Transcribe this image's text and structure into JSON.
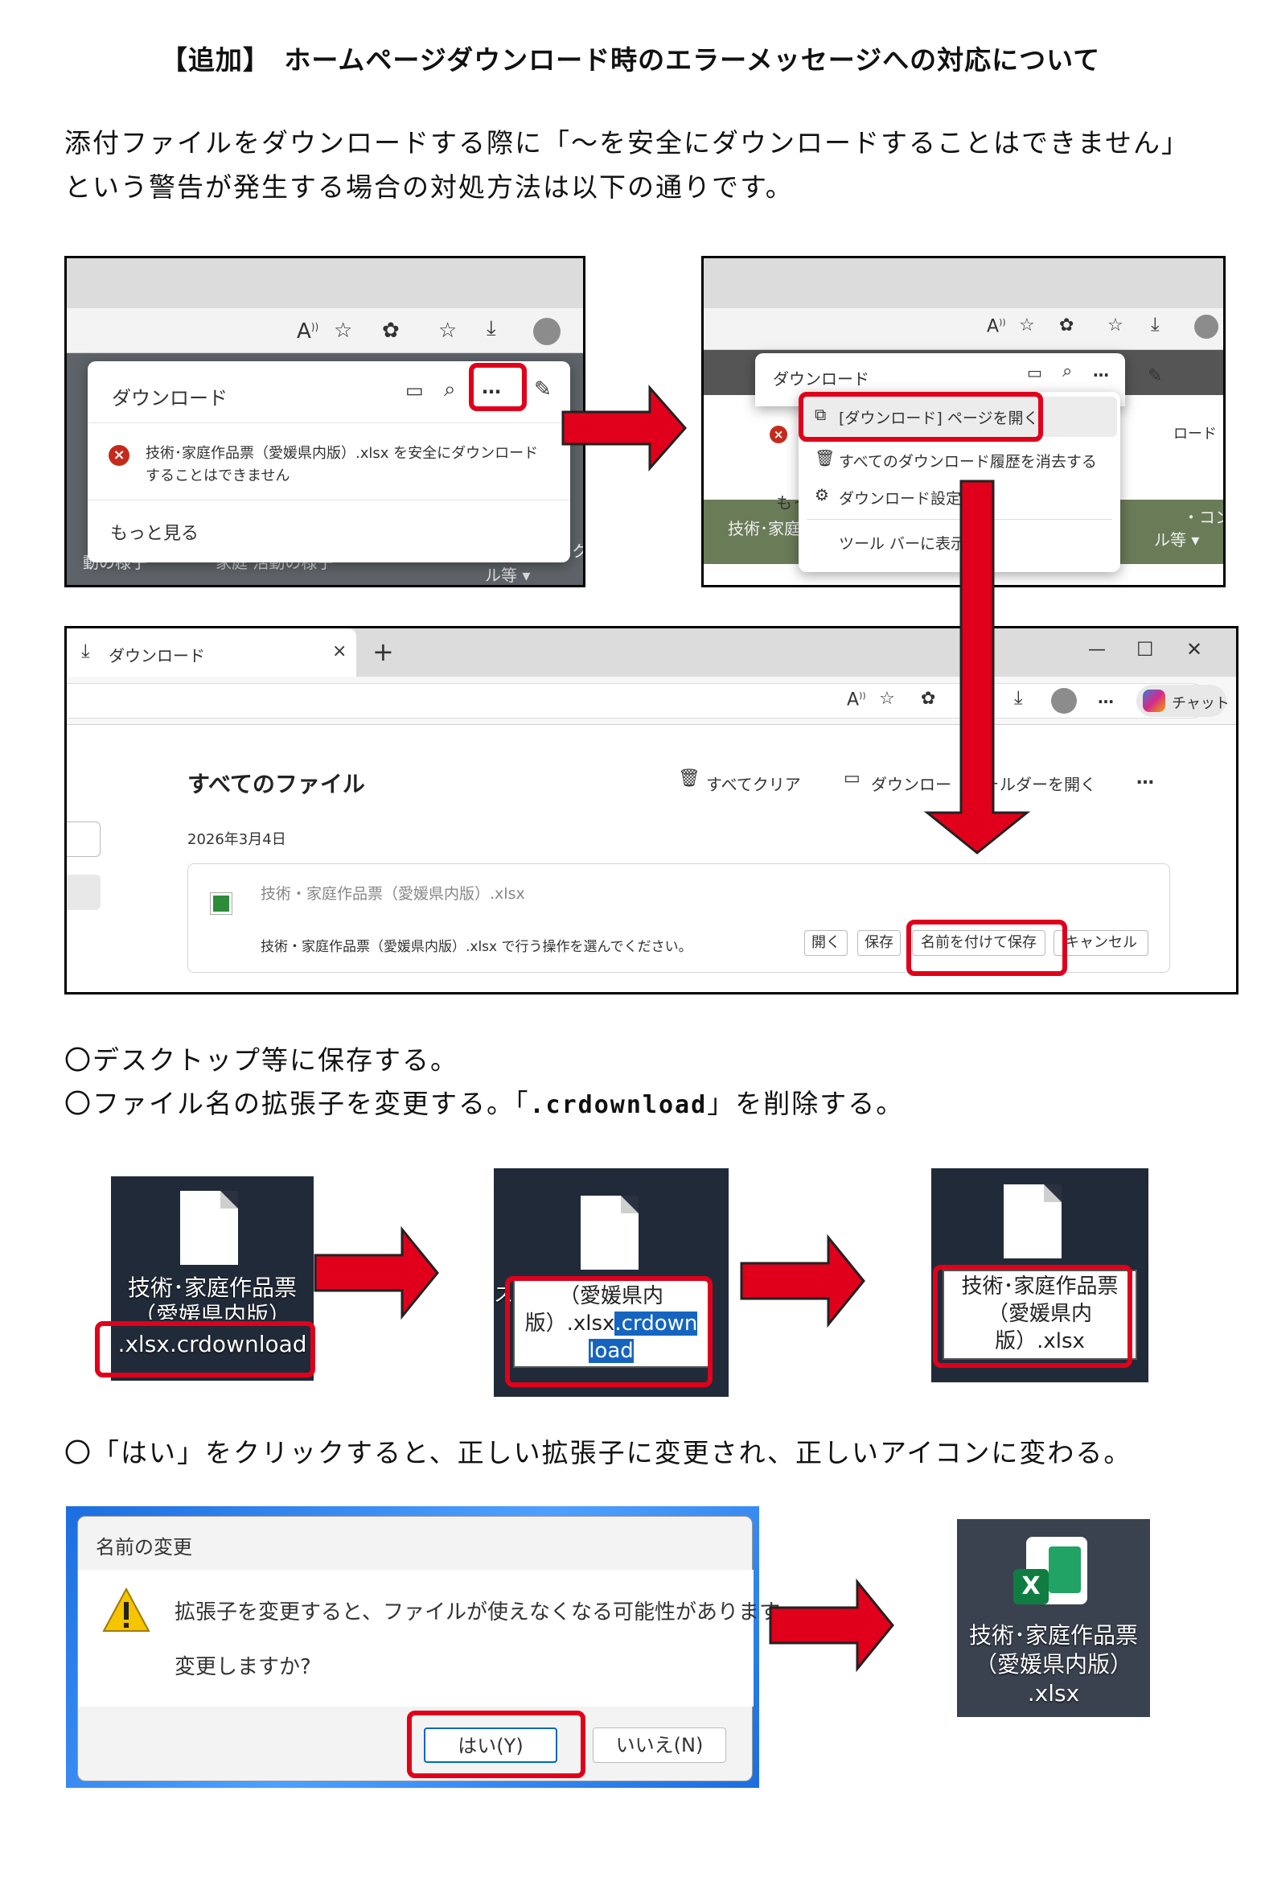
{
  "title": "【追加】　ホームページダウンロード時のエラーメッセージへの対応について",
  "intro": {
    "line1": "添付ファイルをダウンロードする際に「～を安全にダウンロードすることはできません」",
    "line2": "という警告が発生する場合の対処方法は以下の通りです。"
  },
  "shot1": {
    "panel_title": "ダウンロード",
    "more_icon": "…",
    "error_line1": "技術･家庭作品票（愛媛県内版）.xlsx を安全にダウンロード",
    "error_line2": "することはできません",
    "see_more": "もっと見る",
    "bg_text_left": "動の様子",
    "bg_text_mid": "家庭 活動の様子",
    "bg_text_right": "ル等 ▾",
    "bg_text_k": "ク"
  },
  "shot2": {
    "panel_title": "ダウンロード",
    "menu_open_page": "[ダウンロード] ページを開く",
    "menu_clear": "すべてのダウンロード履歴を消去する",
    "menu_settings": "ダウンロード設定",
    "menu_toolbar": "ツール バーに表示",
    "bg_more": "もっ",
    "bg_tech": "技術･家庭",
    "bg_dl": "ロード",
    "bg_con": "・コン",
    "bg_ru": "ル等 ▾"
  },
  "shot3": {
    "tab_label": "ダウンロード",
    "tab_close": "×",
    "new_tab": "+",
    "win_min": "—",
    "win_max": "☐",
    "win_close": "✕",
    "chat_label": "チャット",
    "heading": "すべてのファイル",
    "clear_all": "すべてクリア",
    "open_folder": "ダウンロー　　ォルダーを開く",
    "more": "…",
    "date": "2026年3月4日",
    "file_name": "技術・家庭作品票（愛媛県内版）.xlsx",
    "action_prompt": "技術・家庭作品票（愛媛県内版）.xlsx で行う操作を選んでください。",
    "btn_open": "開く",
    "btn_save": "保存",
    "btn_save_as": "名前を付けて保存",
    "btn_cancel": "キャンセル"
  },
  "step1": "〇デスクトップ等に保存する。",
  "step2_pre": "〇ファイル名の拡張子を変更する。「",
  "step2_code": ".crdownload",
  "step2_post": "」を削除する。",
  "icon1": {
    "line1": "技術･家庭作品票",
    "line2": "（愛媛県内版）",
    "line3": ".xlsx.crdownload"
  },
  "icon2": {
    "line1": "（愛媛県内",
    "line2_plain": "版）.xlsx",
    "line2_sel": ".crdown",
    "line3_sel": "load",
    "side": "ス"
  },
  "icon3": {
    "line1": "技術･家庭作品票",
    "line2": "（愛媛県内",
    "line3": "版）.xlsx"
  },
  "step3": "〇「はい」をクリックすると、正しい拡張子に変更され、正しいアイコンに変わる。",
  "dialog": {
    "title": "名前の変更",
    "message": "拡張子を変更すると、ファイルが使えなくなる可能性があります。",
    "question": "変更しますか?",
    "yes": "はい(Y)",
    "no": "いいえ(N)"
  },
  "icon4": {
    "badge": "X",
    "line1": "技術･家庭作品票",
    "line2": "（愛媛県内版）",
    "line3": ".xlsx"
  }
}
